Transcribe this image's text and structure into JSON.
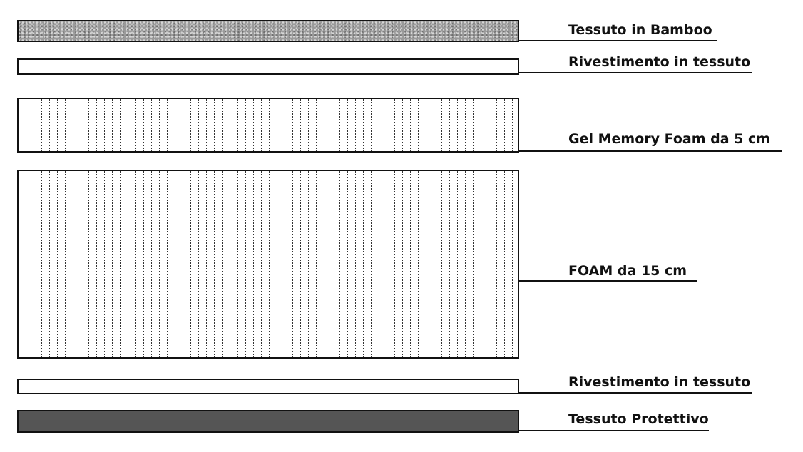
{
  "layers": [
    {
      "label": "Tessuto in Bamboo"
    },
    {
      "label": "Rivestimento in tessuto"
    },
    {
      "label": "Gel Memory Foam da 5 cm"
    },
    {
      "label": "FOAM da 15 cm"
    },
    {
      "label": "Rivestimento in tessuto"
    },
    {
      "label": "Tessuto Protettivo"
    }
  ],
  "colors": {
    "outline": "#111111",
    "protective": "#555555",
    "bamboo": "#9a9a9a"
  }
}
